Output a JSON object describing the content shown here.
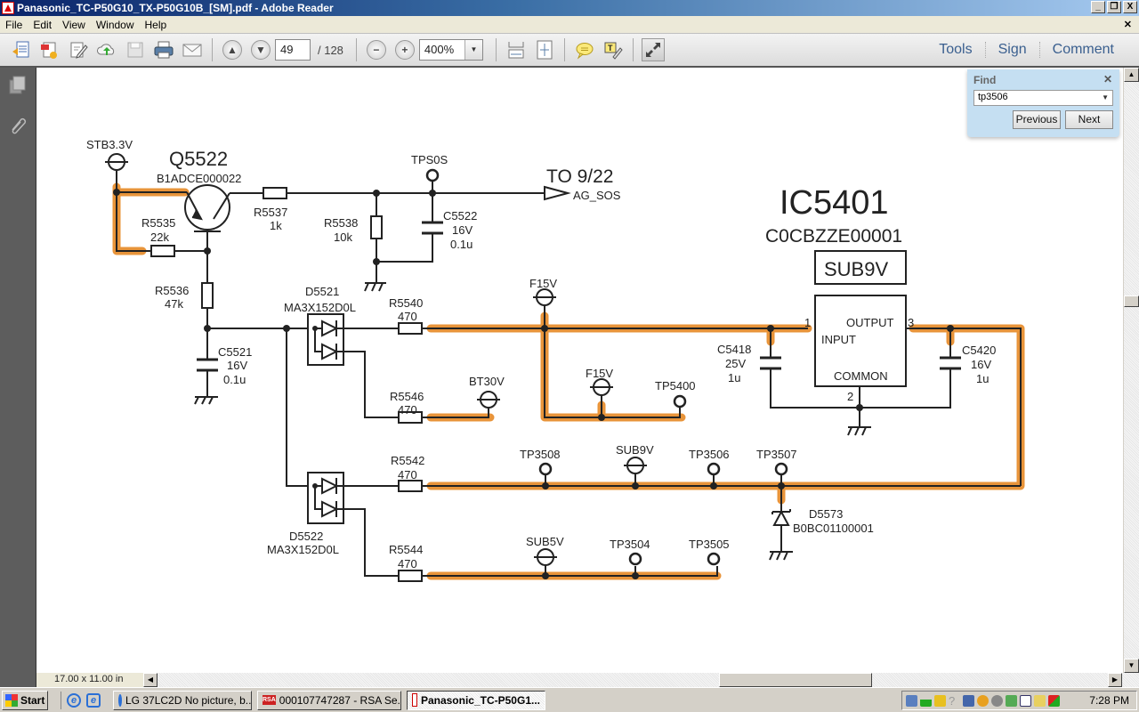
{
  "window": {
    "title": "Panasonic_TC-P50G10_TX-P50G10B_[SM].pdf - Adobe Reader",
    "buttons": {
      "minimize": "_",
      "restore": "❐",
      "close": "X"
    }
  },
  "menu": {
    "items": [
      "File",
      "Edit",
      "View",
      "Window",
      "Help"
    ],
    "close_doc": "✕"
  },
  "toolbar": {
    "page_current": "49",
    "page_total": "/ 128",
    "zoom_value": "400%",
    "right_links": [
      "Tools",
      "Sign",
      "Comment"
    ]
  },
  "find": {
    "title": "Find",
    "close": "✕",
    "query": "tp3506",
    "previous": "Previous",
    "next": "Next"
  },
  "status": {
    "page_size": "17.00 x 11.00 in"
  },
  "taskbar": {
    "start": "Start",
    "tasks": [
      {
        "label": "LG 37LC2D No picture, b...",
        "active": false
      },
      {
        "label": "000107747287 - RSA Se...",
        "active": false
      },
      {
        "label": "Panasonic_TC-P50G1...",
        "active": true
      }
    ],
    "clock": "7:28 PM"
  },
  "colors": {
    "highlight": "#e8943a",
    "wire": "#222222",
    "title_start": "#0a246a",
    "title_end": "#a6caf0",
    "find_bg": "#c5dff2",
    "link_blue": "#3a5f8f"
  },
  "schematic": {
    "q5522": {
      "ref": "Q5522",
      "part": "B1ADCE000022"
    },
    "stb": "STB3.3V",
    "r5535": {
      "ref": "R5535",
      "val": "22k"
    },
    "r5536": {
      "ref": "R5536",
      "val": "47k"
    },
    "r5537": {
      "ref": "R5537",
      "val": "1k"
    },
    "r5538": {
      "ref": "R5538",
      "val": "10k"
    },
    "c5521": {
      "ref": "C5521",
      "v": "16V",
      "c": "0.1u"
    },
    "c5522": {
      "ref": "C5522",
      "v": "16V",
      "c": "0.1u"
    },
    "tpsos": "TPS0S",
    "to_sheet": "TO 9/22",
    "ag_sos": "AG_SOS",
    "ic5401": {
      "ref": "IC5401",
      "part": "C0CBZZE00001",
      "net": "SUB9V",
      "input": "INPUT",
      "output": "OUTPUT",
      "common": "COMMON",
      "pin1": "1",
      "pin2": "2",
      "pin3": "3"
    },
    "c5418": {
      "ref": "C5418",
      "v": "25V",
      "c": "1u"
    },
    "c5420": {
      "ref": "C5420",
      "v": "16V",
      "c": "1u"
    },
    "d5521": {
      "ref": "D5521",
      "part": "MA3X152D0L"
    },
    "d5522": {
      "ref": "D5522",
      "part": "MA3X152D0L"
    },
    "d5573": {
      "ref": "D5573",
      "part": "B0BC01100001"
    },
    "r5540": {
      "ref": "R5540",
      "val": "470"
    },
    "r5546": {
      "ref": "R5546",
      "val": "470"
    },
    "r5542": {
      "ref": "R5542",
      "val": "470"
    },
    "r5544": {
      "ref": "R5544",
      "val": "470"
    },
    "f15v_top": "F15V",
    "f15v_low": "F15V",
    "bt30v": "BT30V",
    "tp5400": "TP5400",
    "tp3508": "TP3508",
    "sub9v": "SUB9V",
    "tp3506": "TP3506",
    "tp3507": "TP3507",
    "sub5v": "SUB5V",
    "tp3504": "TP3504",
    "tp3505": "TP3505"
  }
}
